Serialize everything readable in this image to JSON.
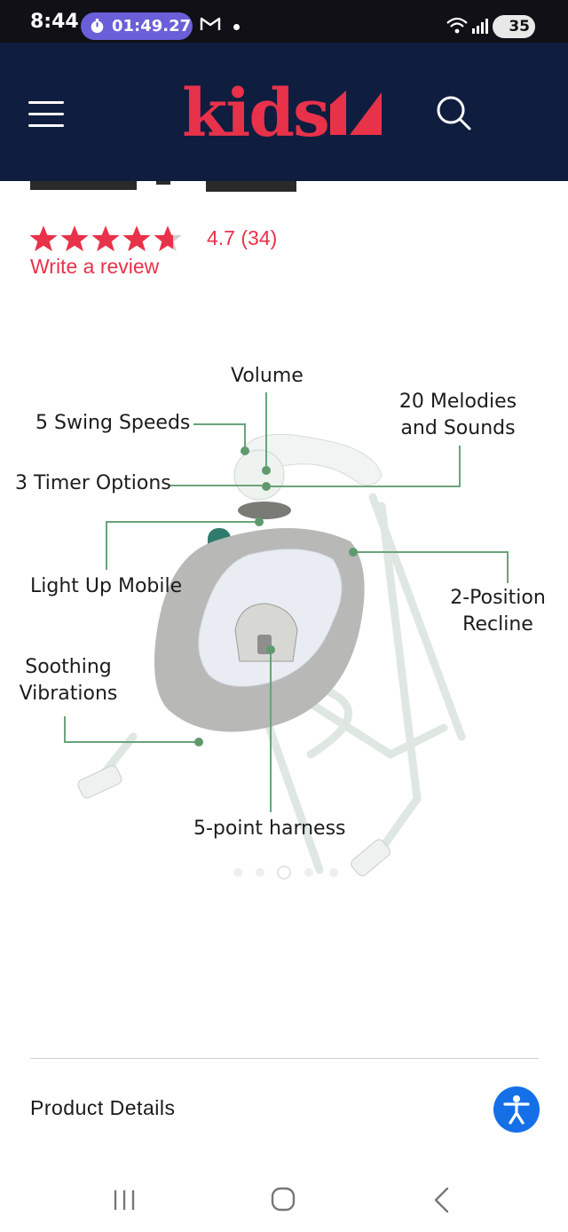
{
  "status_bar": {
    "time": "8:44",
    "timer": "01:49.27",
    "battery": "35",
    "icons": [
      "stopwatch-icon",
      "gmail-icon",
      "wifi-icon",
      "signal-icon",
      "battery-icon"
    ]
  },
  "header": {
    "logo_text": "kids",
    "icons": [
      "menu-icon",
      "search-icon"
    ],
    "brand_color": "#e8324a",
    "background_color": "#0f1d3f"
  },
  "product": {
    "rating_value": 4.7,
    "rating_text": "4.7 (34)",
    "write_review": "Write a review",
    "star_color": "#e8324a"
  },
  "image_callouts": {
    "volume": "Volume",
    "swing_speeds": "5 Swing Speeds",
    "melodies_line1": "20 Melodies",
    "melodies_line2": "and Sounds",
    "timer_options": "3 Timer Options",
    "mobile": "Light Up Mobile",
    "recline_line1": "2-Position",
    "recline_line2": "Recline",
    "vibrations_line1": "Soothing",
    "vibrations_line2": "Vibrations",
    "harness": "5-point harness",
    "callout_line_color": "#6aa37a"
  },
  "sections": {
    "product_details": "Product Details"
  },
  "accessibility": {
    "icon": "accessibility-icon",
    "color": "#1570e8"
  },
  "navigation": {
    "icons": [
      "recents-icon",
      "home-icon",
      "back-icon"
    ]
  }
}
